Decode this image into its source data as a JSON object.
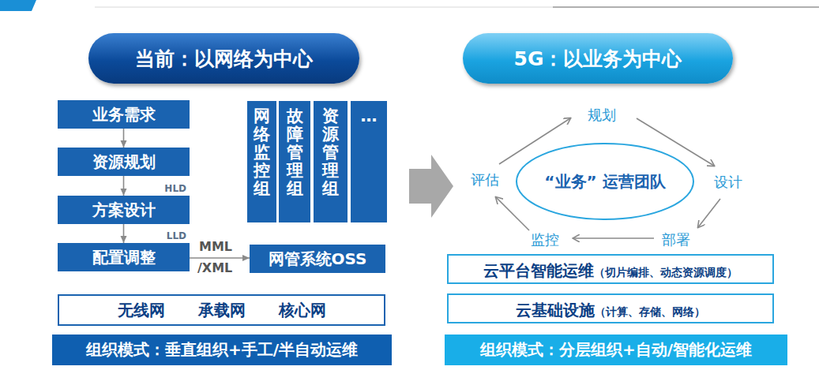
{
  "diagram": {
    "nodes": [
      {
        "text": [
          "当前：以网络为中心"
        ]
      },
      {
        "text": [
          "业务需求"
        ]
      },
      {
        "text": [
          "资源规划"
        ]
      },
      {
        "text": [
          "方案设计"
        ]
      },
      {
        "text": [
          "配置调整"
        ]
      },
      {
        "text": [
          "网络监控组"
        ]
      },
      {
        "text": [
          "故障管理组"
        ]
      },
      {
        "text": [
          "资源管理组"
        ]
      },
      {
        "text": [
          "…"
        ]
      },
      {
        "text": [
          "网管系统OSS"
        ]
      },
      {
        "text": [
          "无线网",
          "承载网",
          "核心网"
        ]
      },
      {
        "text": [
          "组织模式：垂直组织+手工/半自动运维"
        ]
      },
      {
        "text": [
          "5G：以业务为中心"
        ]
      },
      {
        "text": [
          "“业务” 运营团队"
        ]
      },
      {
        "text": [
          "云平台智能运维",
          "（切片编排、动态资源调度）"
        ]
      },
      {
        "text": [
          "云基础设施",
          "（计算、存储、网络）"
        ]
      },
      {
        "text": [
          "组织模式：分层组织+自动/智能化运维"
        ]
      }
    ],
    "edges": [
      {
        "from": 1,
        "to": 2,
        "arrow": "to"
      },
      {
        "from": 2,
        "to": 3,
        "arrow": "to",
        "label": "HLD"
      },
      {
        "from": 3,
        "to": 4,
        "arrow": "to",
        "label": "LLD"
      },
      {
        "from": 4,
        "to": 9,
        "arrow": "to"
      }
    ],
    "labels": [
      "MML",
      "/XML",
      "规划",
      "设计",
      "部署",
      "监控",
      "评估"
    ]
  }
}
